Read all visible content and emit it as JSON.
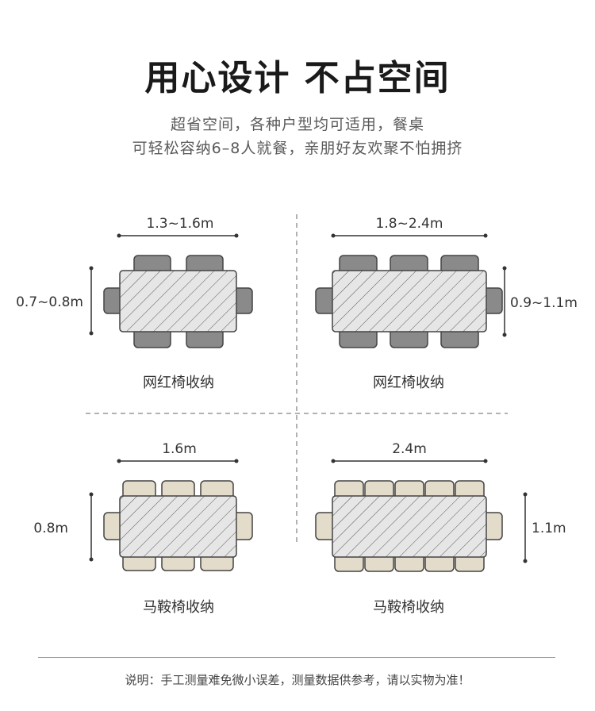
{
  "title": "用心设计 不占空间",
  "subtitle_line1": "超省空间，各种户型均可适用，餐桌",
  "subtitle_line2": "可轻松容纳6–8人就餐，亲朋好友欢聚不怕拥挤",
  "colors": {
    "gray_chair": "#8a8a8a",
    "beige_chair": "#e4dccb",
    "table_fill": "#e6e6e6",
    "stroke": "#444444",
    "divider": "#999999"
  },
  "panels": [
    {
      "id": "tl",
      "width_label": "1.3~1.6m",
      "depth_label": "0.7~0.8m",
      "caption": "网红椅收纳",
      "chairs_per_side": 2,
      "chair_style": "gray"
    },
    {
      "id": "tr",
      "width_label": "1.8~2.4m",
      "depth_label": "0.9~1.1m",
      "caption": "网红椅收纳",
      "chairs_per_side": 3,
      "chair_style": "gray"
    },
    {
      "id": "bl",
      "width_label": "1.6m",
      "depth_label": "0.8m",
      "caption": "马鞍椅收纳",
      "chairs_per_side": 3,
      "chair_style": "beige"
    },
    {
      "id": "br",
      "width_label": "2.4m",
      "depth_label": "1.1m",
      "caption": "马鞍椅收纳",
      "chairs_per_side": 5,
      "chair_style": "beige"
    }
  ],
  "footer": "说明：手工测量难免微小误差，测量数据供参考，请以实物为准！"
}
